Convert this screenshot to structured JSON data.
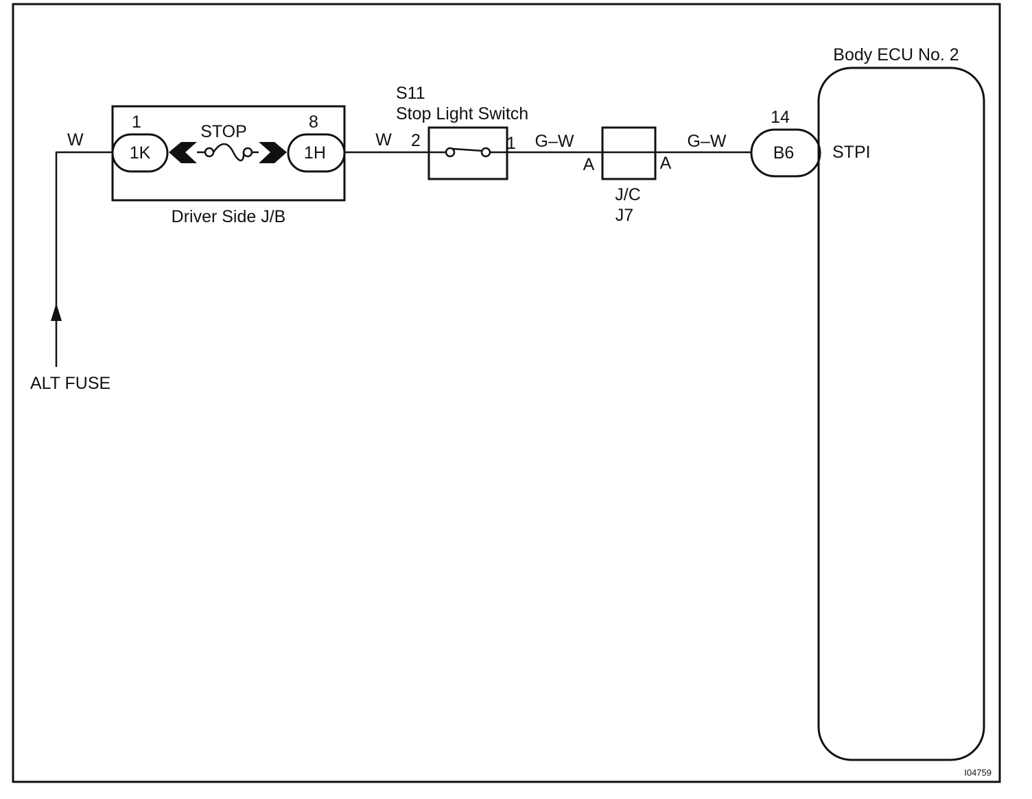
{
  "frame_id": "I04759",
  "wires": {
    "left_feed": "W",
    "jb_to_switch": "W",
    "switch_to_jc": "G–W",
    "jc_to_ecu": "G–W"
  },
  "alt_fuse": {
    "label": "ALT FUSE"
  },
  "junction_block": {
    "label": "Driver Side J/B",
    "fuse_label": "STOP",
    "left_connector": {
      "code": "1K",
      "pin": "1"
    },
    "right_connector": {
      "code": "1H",
      "pin": "8"
    }
  },
  "stop_light_switch": {
    "code": "S11",
    "name": "Stop Light Switch",
    "pin_in": "2",
    "pin_out": "1"
  },
  "junction_connector": {
    "name": "J/C",
    "code": "J7",
    "pin_left": "A",
    "pin_right": "A"
  },
  "body_ecu": {
    "name": "Body ECU No. 2",
    "connector": {
      "code": "B6",
      "pin": "14"
    },
    "terminal": "STPI"
  }
}
